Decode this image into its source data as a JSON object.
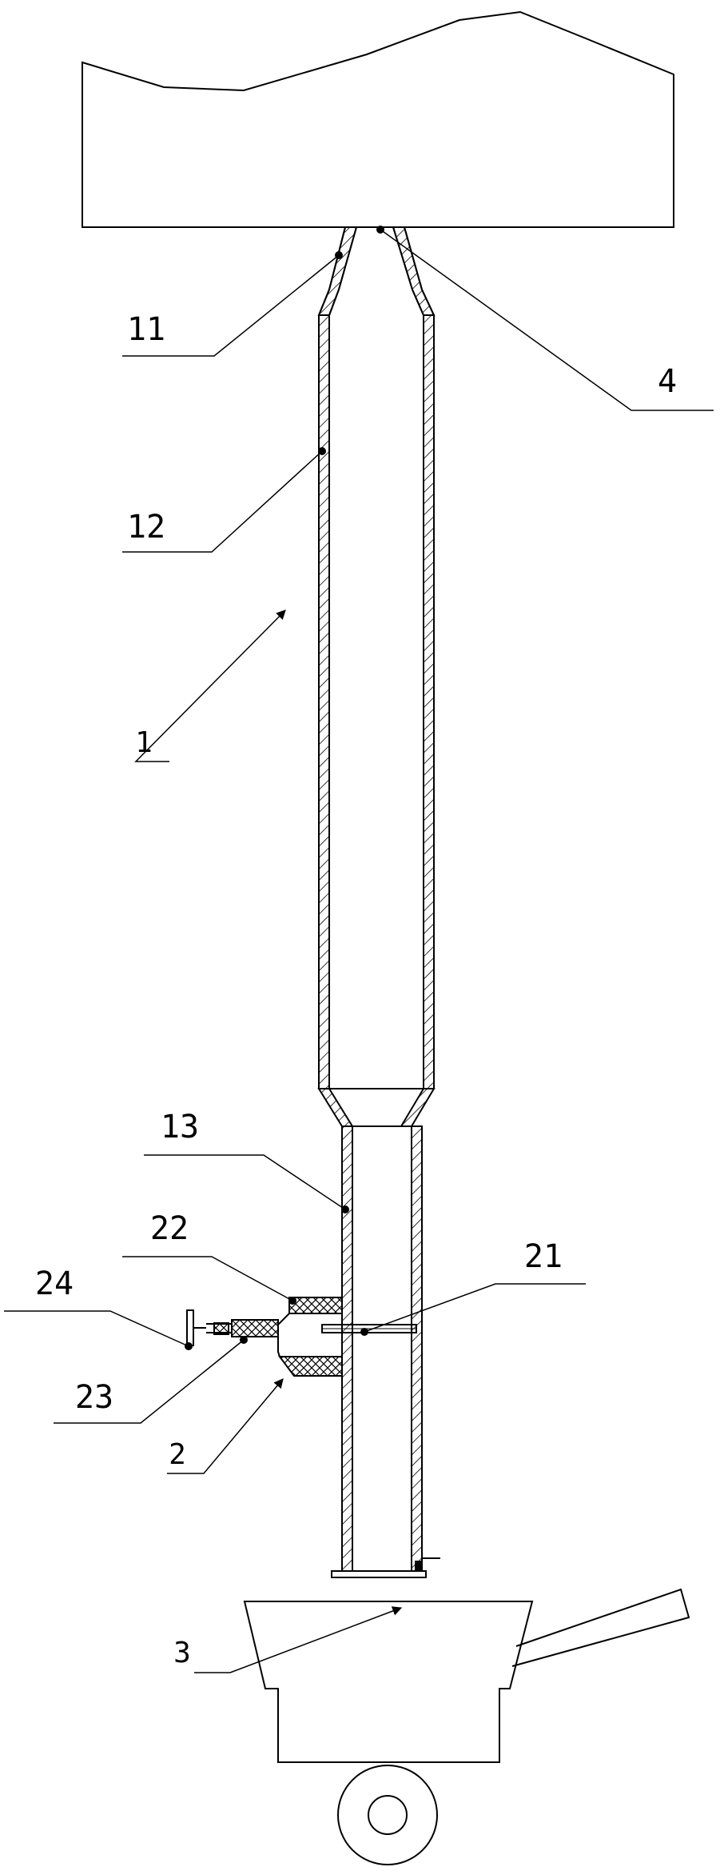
{
  "labels": {
    "l11": "11",
    "l4": "4",
    "l12": "12",
    "l1": "1",
    "l13": "13",
    "l22": "22",
    "l21": "21",
    "l24": "24",
    "l23": "23",
    "l2": "2",
    "l3": "3"
  },
  "colors": {
    "stroke": "#000000",
    "background": "#ffffff"
  }
}
